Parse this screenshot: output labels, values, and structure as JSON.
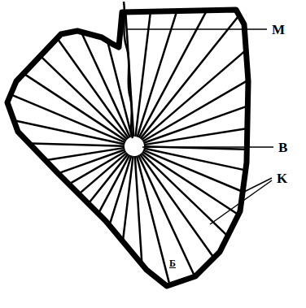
{
  "diagram": {
    "labels": [
      "M",
      "B",
      "K",
      "Б"
    ]
  }
}
